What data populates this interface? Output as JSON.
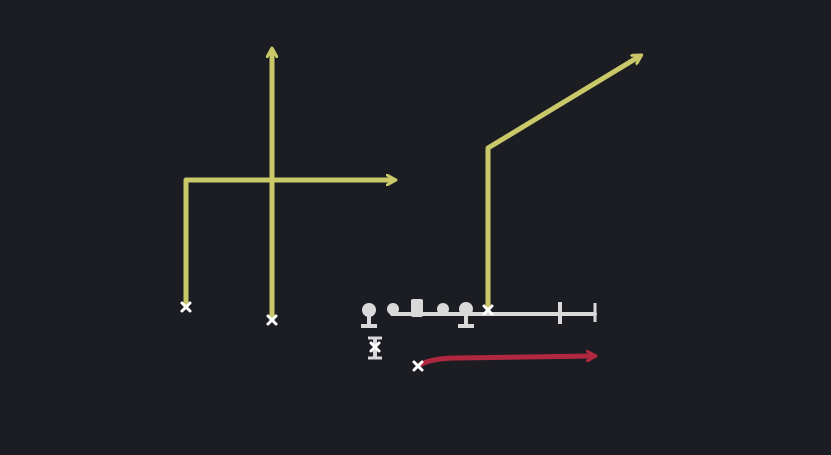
{
  "diagram": {
    "type": "football-play-diagram",
    "background_color": "#1b1d22",
    "route_color": "#c9c96a",
    "highlight_route_color": "#b0283f",
    "formation_color": "#d9d9d9",
    "marker_color": "#ffffff",
    "routes": [
      {
        "name": "left-corner-route",
        "color_role": "route_color"
      },
      {
        "name": "middle-vertical-route",
        "color_role": "route_color"
      },
      {
        "name": "right-post-route",
        "color_role": "route_color"
      },
      {
        "name": "bottom-flat-route",
        "color_role": "highlight_route_color"
      }
    ]
  }
}
